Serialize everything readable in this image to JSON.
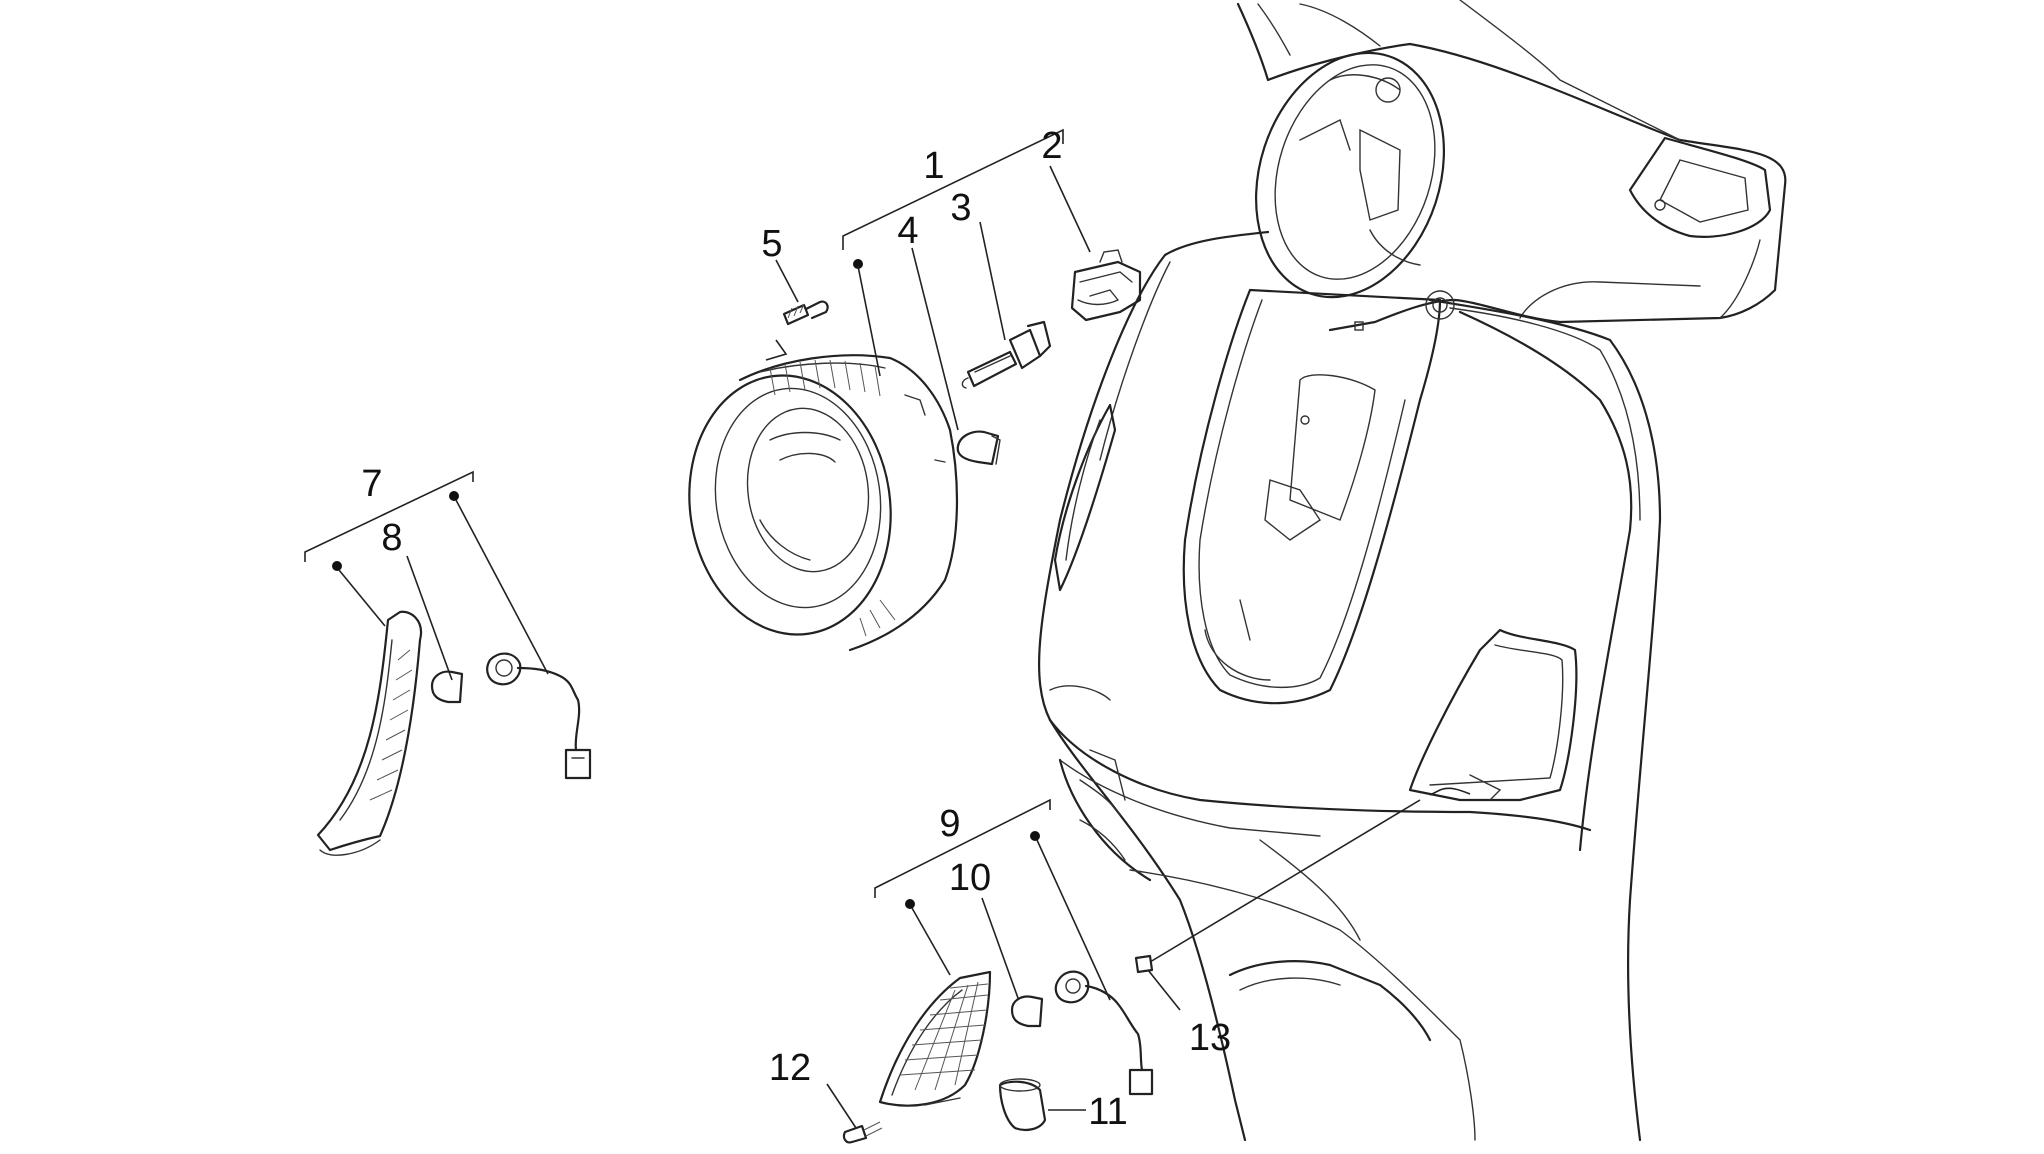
{
  "callouts": [
    "1",
    "2",
    "3",
    "4",
    "5",
    "7",
    "8",
    "9",
    "10",
    "11",
    "12",
    "13"
  ]
}
